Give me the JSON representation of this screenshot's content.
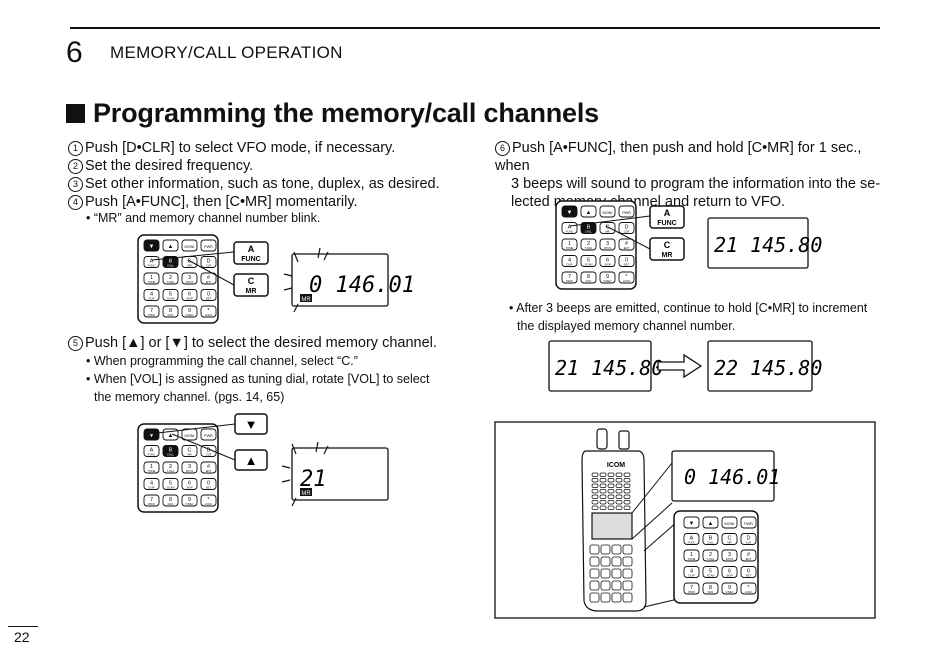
{
  "header": {
    "chapter_number": "6",
    "chapter_title": "MEMORY/CALL OPERATION"
  },
  "section": {
    "title": "Programming the memory/call channels"
  },
  "steps_left": [
    {
      "num": "1",
      "text": "Push [D•CLR] to select VFO mode, if necessary."
    },
    {
      "num": "2",
      "text": "Set the desired frequency."
    },
    {
      "num": "3",
      "text": "Set other information, such as tone, duplex, as desired."
    },
    {
      "num": "4",
      "text": "Push [A•FUNC], then [C•MR] momentarily."
    }
  ],
  "note_step4": "• “MR” and memory channel number blink.",
  "step5": {
    "num": "5",
    "text": "Push [▲] or [▼] to select the desired memory channel."
  },
  "notes_step5": [
    "• When programming the call channel, select “C.”",
    "• When [VOL] is assigned as tuning dial, rotate [VOL] to select",
    "the memory channel. (pgs. 14, 65)"
  ],
  "step6": {
    "num": "6",
    "lines": [
      "Push [A•FUNC], then push and hold [C•MR] for 1 sec., when",
      "3 beeps will sound to program the information into the se-",
      "lected memory channel and return to VFO."
    ]
  },
  "notes_step6": [
    "• After 3 beeps are emitted, continue to hold [C•MR] to increment",
    "the displayed memory channel number."
  ],
  "displays": {
    "d1": "0 146.01",
    "d1_tag": "MR",
    "d2": "21",
    "d2_tag": "MR",
    "d3": "21 145.80",
    "d4a": "21 145.80",
    "d4b": "22 145.80",
    "d5": "0 146.01"
  },
  "keys": {
    "func_label": "FUNC",
    "func_letter": "A",
    "mr_label": "MR",
    "mr_letter": "C",
    "up": "▲",
    "down": "▼"
  },
  "keypad": {
    "row1": [
      "▼",
      "▲",
      "MONI",
      "PWR"
    ],
    "row2": [
      "A",
      "B",
      "C",
      "D"
    ],
    "row2_sub": [
      "FUNC",
      "CALL",
      "MR",
      "CLR"
    ],
    "row3": [
      "1",
      "2",
      "3",
      "#"
    ],
    "row3_sub": [
      "TONE",
      "T-SQL",
      "DTCS",
      "ENT"
    ],
    "row4": [
      "4",
      "5",
      "6",
      "0"
    ],
    "row4_sub": [
      "DUP",
      "SCAN",
      "SKIP",
      "SET"
    ],
    "row5": [
      "7",
      "8",
      "9",
      "*"
    ],
    "row5_sub": [
      "PRIO",
      "DCF",
      "V/MHz",
      "LOCK"
    ]
  },
  "radio_brand": "ICOM",
  "page_number": "22"
}
